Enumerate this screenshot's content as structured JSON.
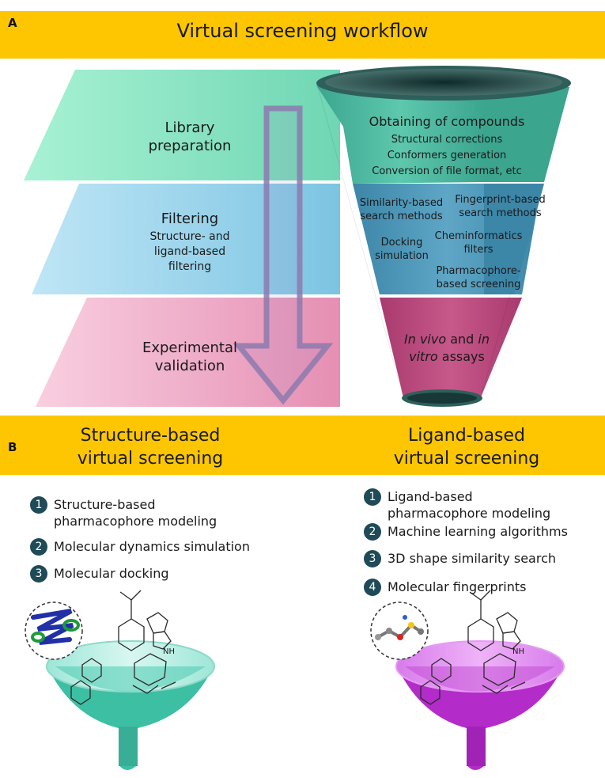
{
  "panel_a": {
    "letter": "A",
    "title": "Virtual screening workflow",
    "stages": [
      {
        "label_1": "Library",
        "label_2": "preparation"
      },
      {
        "label_1": "Filtering",
        "sub_1": "Structure- and",
        "sub_2": "ligand-based",
        "sub_3": "filtering"
      },
      {
        "label_1": "Experimental",
        "label_2": "validation"
      }
    ],
    "funnel_top": {
      "heading": "Obtaining of compounds",
      "lines": [
        "Structural corrections",
        "Conformers generation",
        "Conversion of file format, etc"
      ]
    },
    "funnel_mid": {
      "similarity": [
        "Similarity-based",
        "search methods"
      ],
      "fingerprint": [
        "Fingerprint-based",
        "search methods"
      ],
      "docking": [
        "Docking",
        "simulation"
      ],
      "cheminformatics": [
        "Cheminformatics",
        "filters"
      ],
      "pharmacophore": [
        "Pharmacophore-",
        "based screening"
      ]
    },
    "funnel_bottom": {
      "line1_italic_a": "In vivo",
      "line1_plain": " and ",
      "line1_italic_b": "in",
      "line2_italic": "vitro",
      "line2_plain": " assays"
    }
  },
  "panel_b": {
    "letter": "B",
    "left_title_1": "Structure-based",
    "left_title_2": "virtual screening",
    "right_title_1": "Ligand-based",
    "right_title_2": "virtual screening",
    "left_items": [
      {
        "num": "1",
        "line1": "Structure-based",
        "line2": "pharmacophore modeling"
      },
      {
        "num": "2",
        "line1": "Molecular dynamics simulation",
        "line2": ""
      },
      {
        "num": "3",
        "line1": "Molecular docking",
        "line2": ""
      }
    ],
    "right_items": [
      {
        "num": "1",
        "line1": "Ligand-based",
        "line2": "pharmacophore modeling"
      },
      {
        "num": "2",
        "line1": "Machine learning algorithms",
        "line2": ""
      },
      {
        "num": "3",
        "line1": "3D shape similarity search",
        "line2": ""
      },
      {
        "num": "4",
        "line1": "Molecular fingerprints",
        "line2": ""
      }
    ],
    "molecule_label": "NH"
  },
  "colors": {
    "bar": "#FDC600",
    "layer_top": "#8EEBC8",
    "layer_mid": "#9FD6EE",
    "layer_bottom": "#F2A8C7",
    "funnel_dark": "#1F4A57",
    "left_funnel": "#3DBFA4",
    "right_funnel": "#B32BC9"
  }
}
